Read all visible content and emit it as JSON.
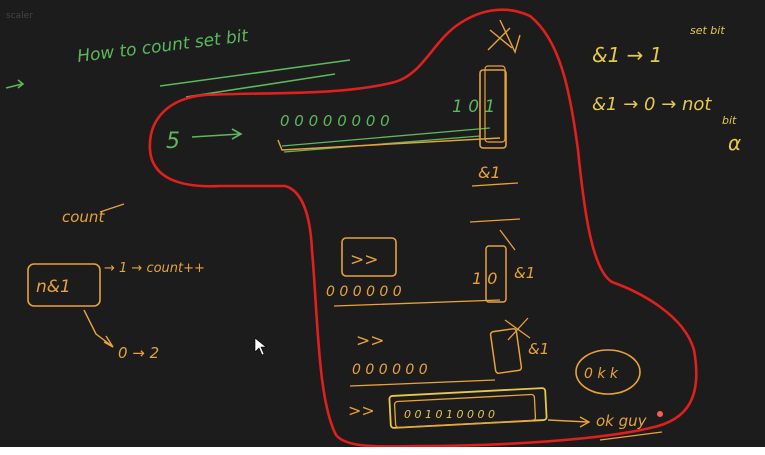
{
  "watermark": "scaler",
  "colors": {
    "background": "#1c1c1c",
    "green_ink": "#5cb85c",
    "orange_ink": "#e8a23a",
    "yellow_ink": "#e6c84a",
    "red_ink": "#e0201c",
    "cursor": "#ffffff"
  },
  "title": {
    "text": "How to count set bit"
  },
  "main_line": {
    "number": "5",
    "bits": "0 0 0 0 0 0 0 0",
    "tail": "1 0 1"
  },
  "right_notes": {
    "line1": "&1 → 1",
    "line1_note": "set bit",
    "line2": "&1 → 0 → not",
    "line2_note": "bit",
    "line2_symbol": "α"
  },
  "left_notes": {
    "count": "count",
    "box": "n&1",
    "arrow1_text": "→ 1 → count++",
    "arrow2_text": "0 → 2"
  },
  "steps": {
    "and_1": "&1",
    "shift_box": ">>",
    "row1_bits": "0 0 0 0 0 0",
    "row1_tail": "1 0",
    "row1_and": "&1",
    "shift2": ">>",
    "row2_bits": "0 0 0 0 0 0",
    "row2_and": "&1",
    "shift3": ">>",
    "row3_bits": "0 0 1 0 1 0 0 0 0",
    "circled": "0 k k",
    "final": "ok guy"
  },
  "pointer_icon": "mouse-pointer-icon"
}
